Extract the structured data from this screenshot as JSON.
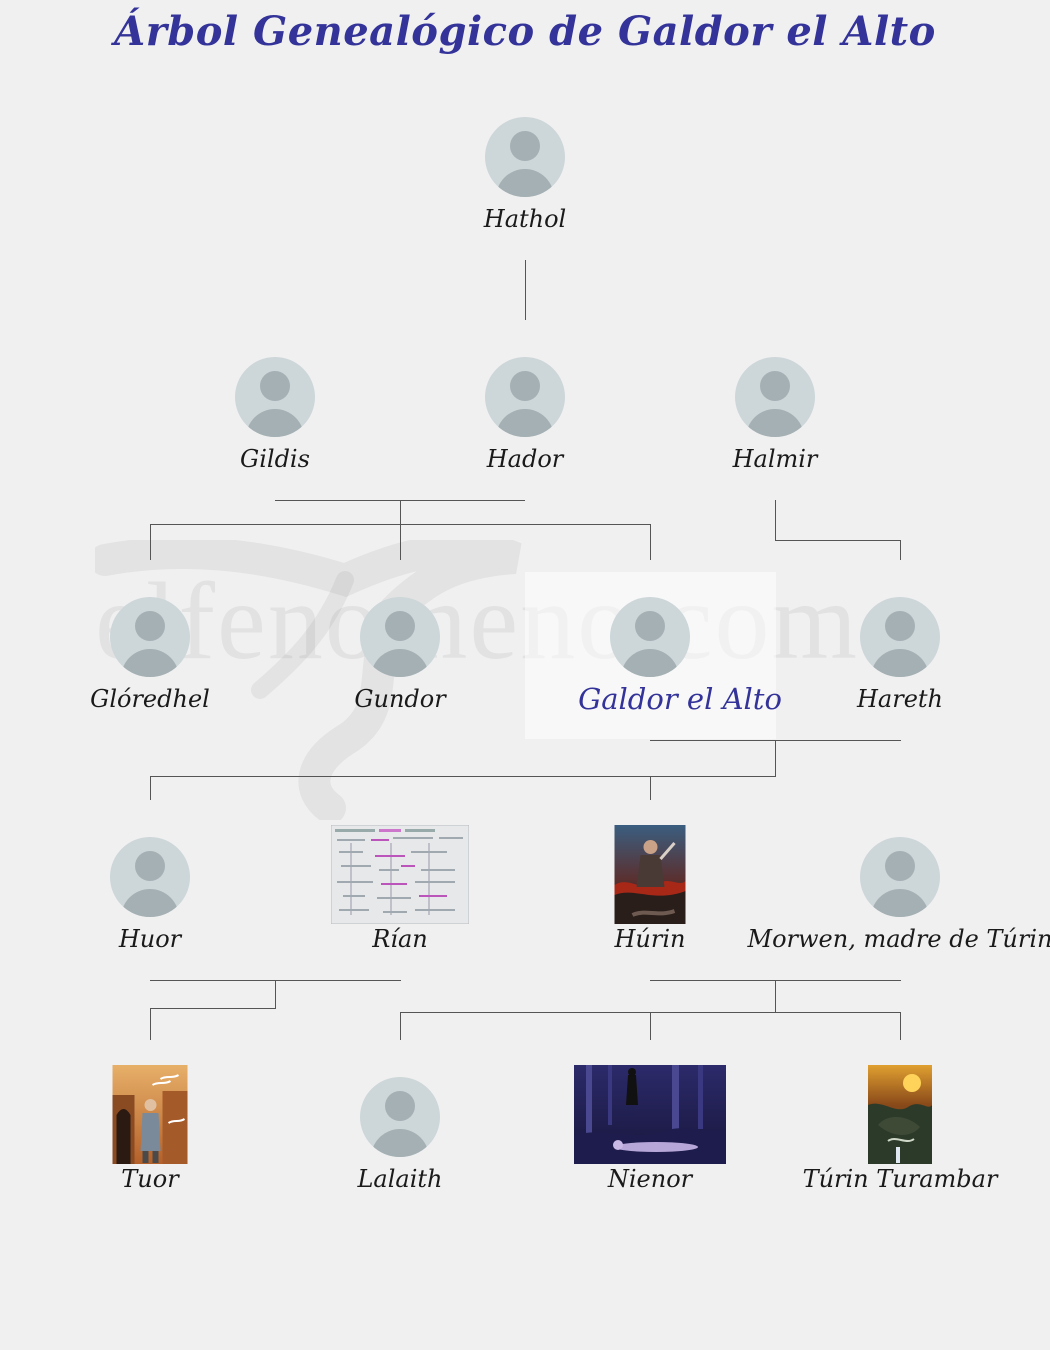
{
  "title": "Árbol Genealógico de Galdor el Alto",
  "colors": {
    "title": "#333399",
    "highlight_name": "#333399",
    "name": "#1a1a1a",
    "line": "#555555",
    "background": "#f0f0f0"
  },
  "watermark": "elfenomeno.com",
  "people": {
    "hathol": "Hathol",
    "gildis": "Gildis",
    "hador": "Hador",
    "halmir": "Halmir",
    "gloredhel": "Glóredhel",
    "gundor": "Gundor",
    "galdor": "Galdor el Alto",
    "hareth": "Hareth",
    "huor": "Huor",
    "rian": "Rían",
    "hurin": "Húrin",
    "morwen": "Morwen, madre de Túrin",
    "tuor": "Tuor",
    "lalaith": "Lalaith",
    "nienor": "Nienor",
    "turin": "Túrin Turambar"
  }
}
